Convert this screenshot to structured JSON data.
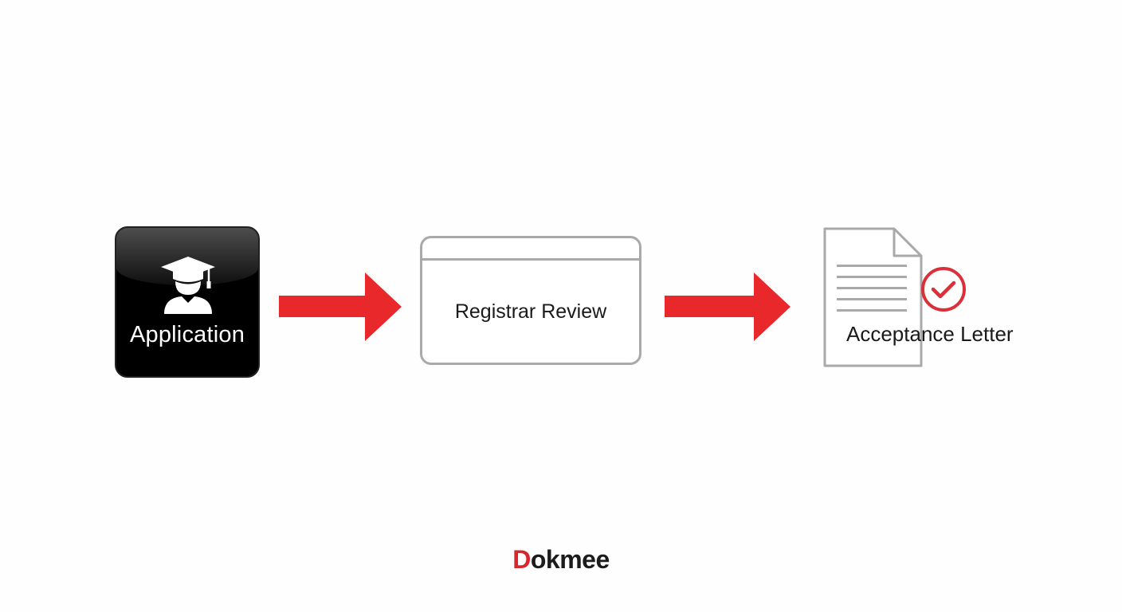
{
  "steps": {
    "application": {
      "label": "Application",
      "icon": "student-graduation-cap-icon"
    },
    "registrar": {
      "label": "Registrar Review",
      "icon": "window-icon"
    },
    "acceptance": {
      "label": "Acceptance Letter",
      "icon": "document-check-icon"
    }
  },
  "logo": {
    "first_letter": "D",
    "rest": "okmee"
  },
  "colors": {
    "arrow": "#e8282b",
    "tile_background": "#000000",
    "outline_gray": "#a9a9a9",
    "check_badge": "#d9303a",
    "logo_accent": "#d8262d",
    "logo_text": "#1c1c1c"
  }
}
